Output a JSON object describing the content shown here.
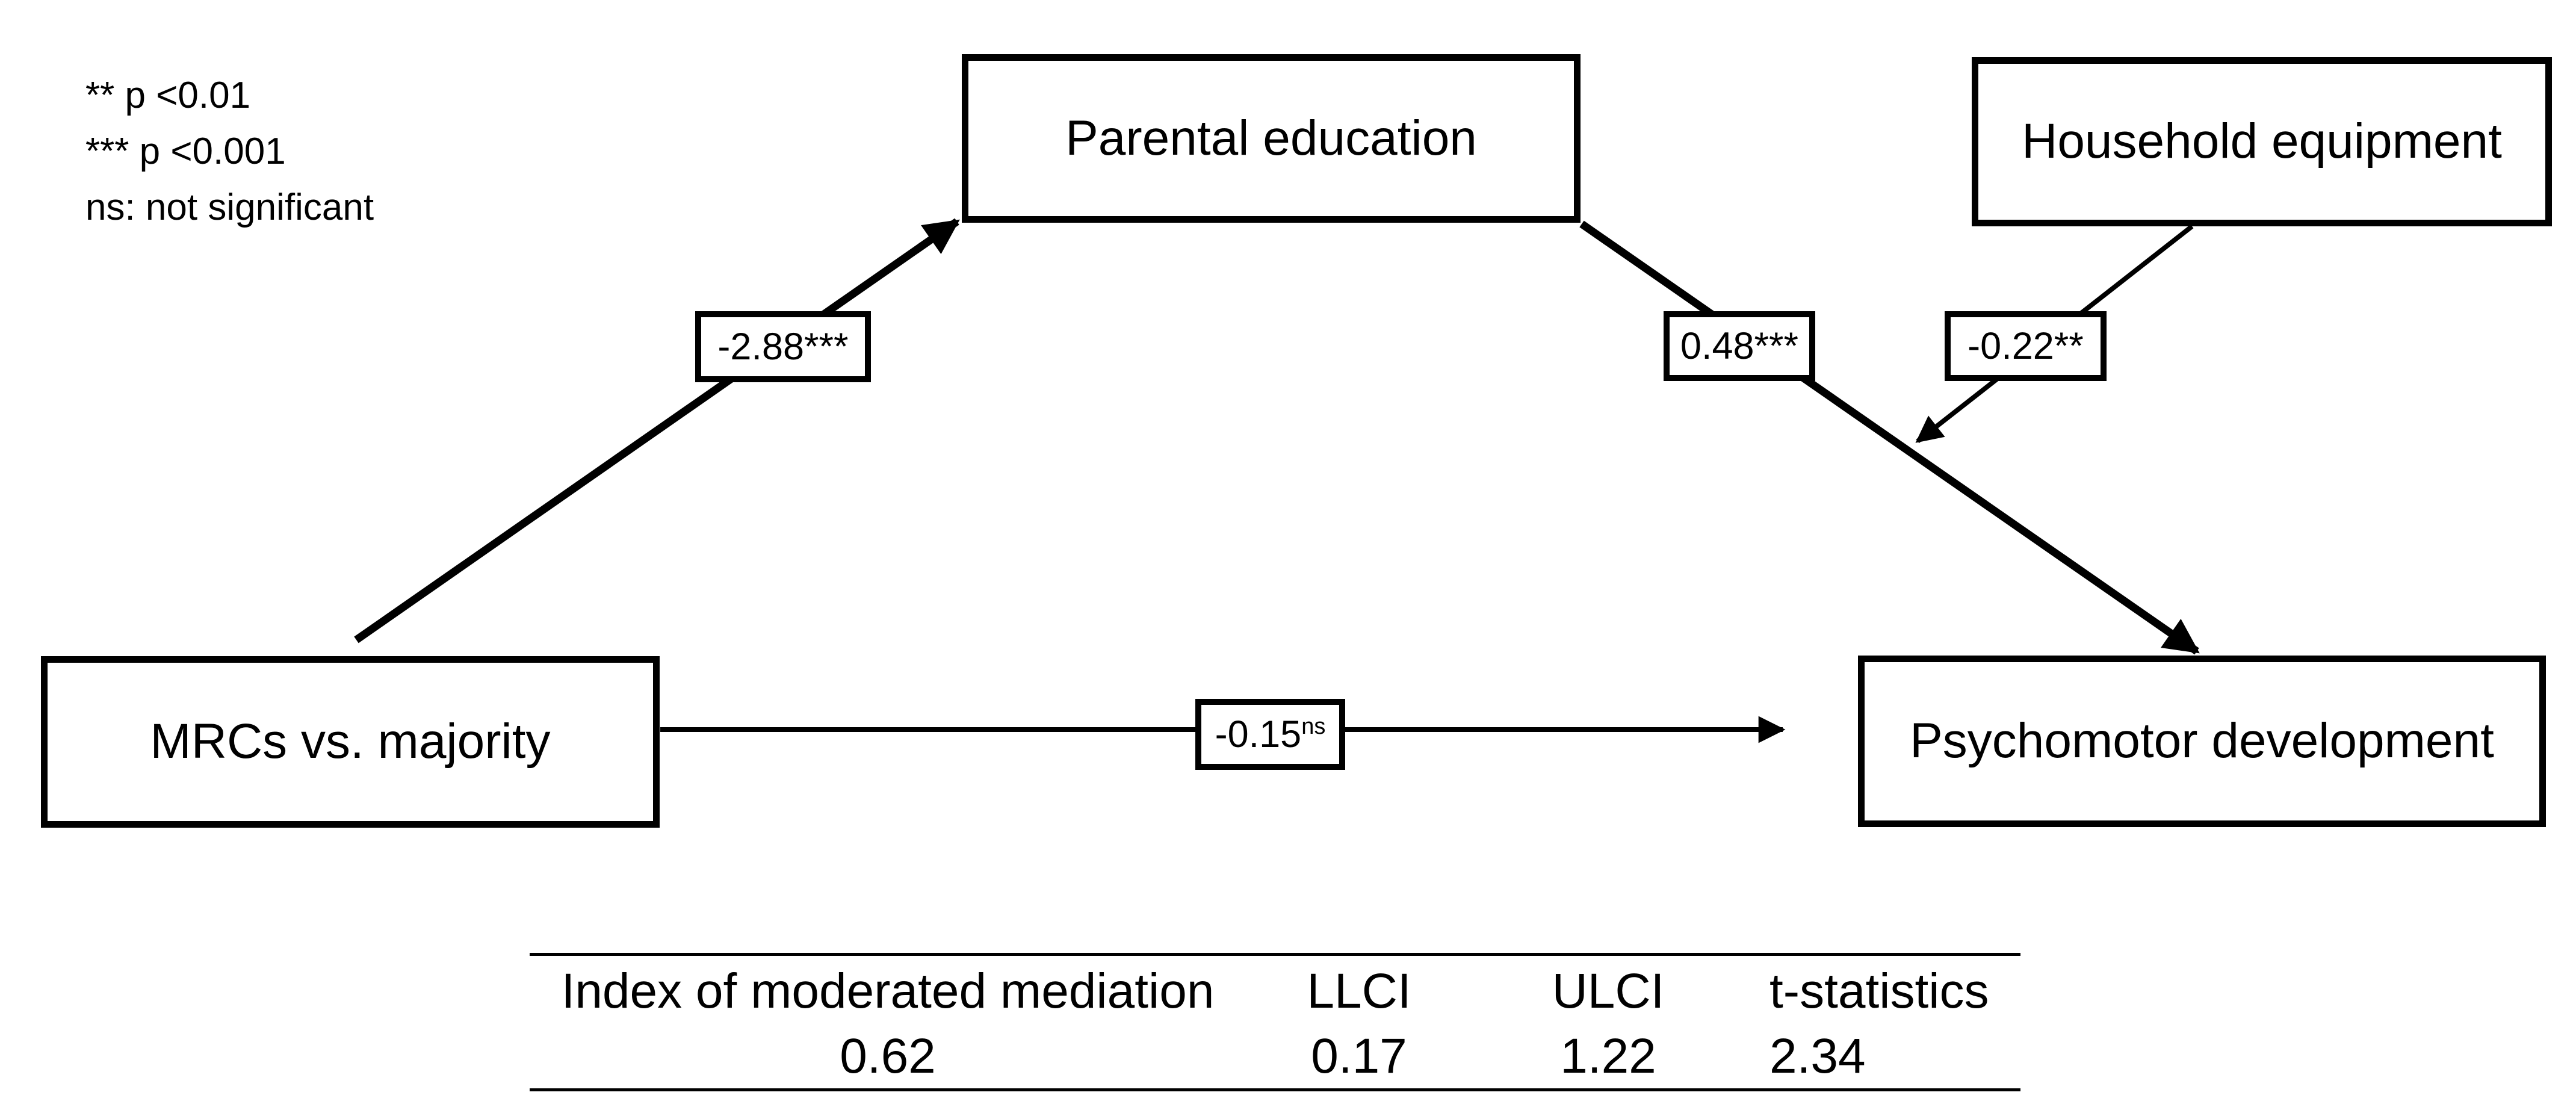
{
  "figure": {
    "legend": {
      "lines": [
        "** p <0.01",
        "*** p <0.001",
        "ns: not significant"
      ]
    },
    "nodes": {
      "parental_education": "Parental education",
      "household_equipment": "Household equipment",
      "mrcs_vs_majority": "MRCs vs. majority",
      "psychomotor_development": "Psychomotor development"
    },
    "coefficients": {
      "a_path": "-2.88***",
      "b_path": "0.48***",
      "moderation": "-0.22**",
      "direct_value": "-0.15",
      "direct_superscript": "ns"
    }
  },
  "table": {
    "headers": [
      "Index of moderated mediation",
      "LLCI",
      "ULCI",
      "t-statistics"
    ],
    "rows": [
      [
        "0.62",
        "0.17",
        "1.22",
        "2.34"
      ]
    ]
  },
  "colors": {
    "ink": "#000000",
    "background": "#ffffff"
  }
}
